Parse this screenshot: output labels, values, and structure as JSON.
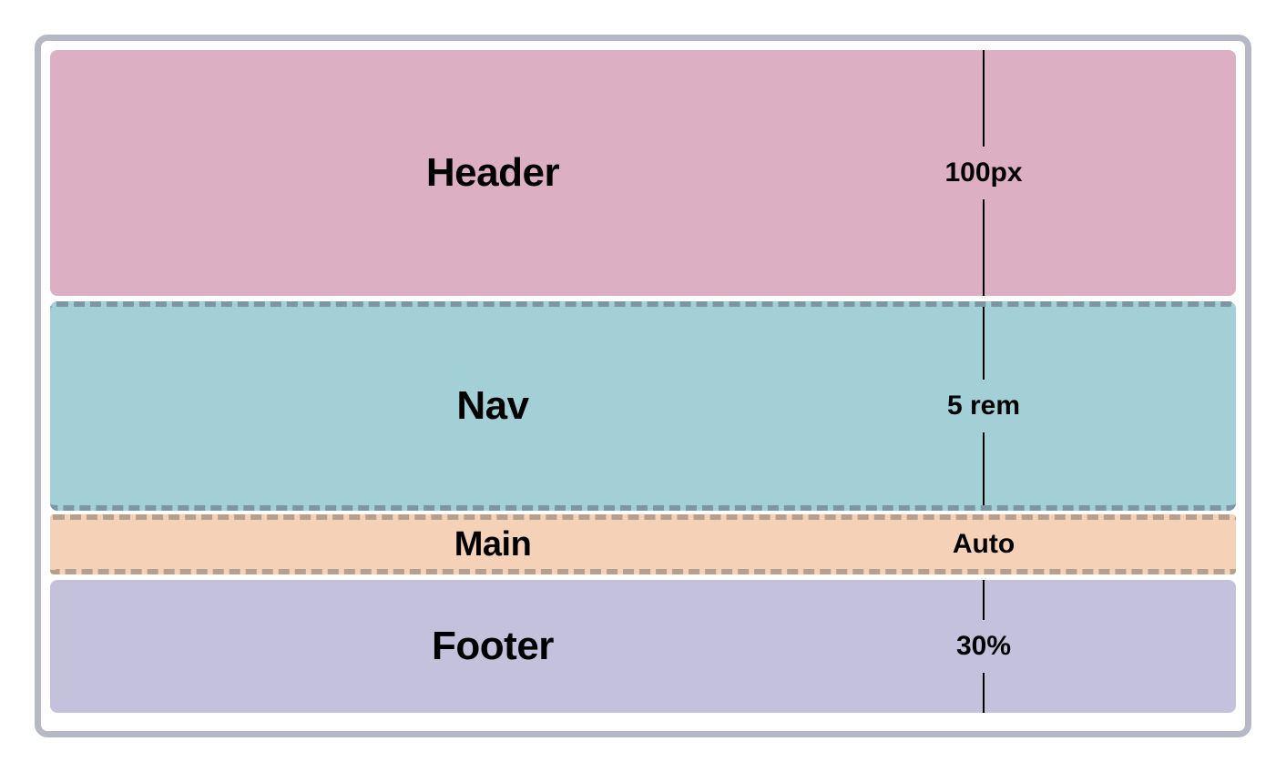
{
  "diagram": {
    "type": "css-layout-rows",
    "container": {
      "border_color": "#b6b9c4",
      "background": "#ffffff"
    },
    "rows": [
      {
        "label": "Header",
        "size": "100px",
        "color": "#ddafc2",
        "dashed_border": false,
        "has_dimension_line": true
      },
      {
        "label": "Nav",
        "size": "5 rem",
        "color": "#a3cfd7",
        "dashed_border": true,
        "has_dimension_line": true
      },
      {
        "label": "Main",
        "size": "Auto",
        "color": "#f5d1b7",
        "dashed_border": true,
        "has_dimension_line": false
      },
      {
        "label": "Footer",
        "size": "30%",
        "color": "#c4c1dc",
        "dashed_border": false,
        "has_dimension_line": true
      }
    ]
  }
}
